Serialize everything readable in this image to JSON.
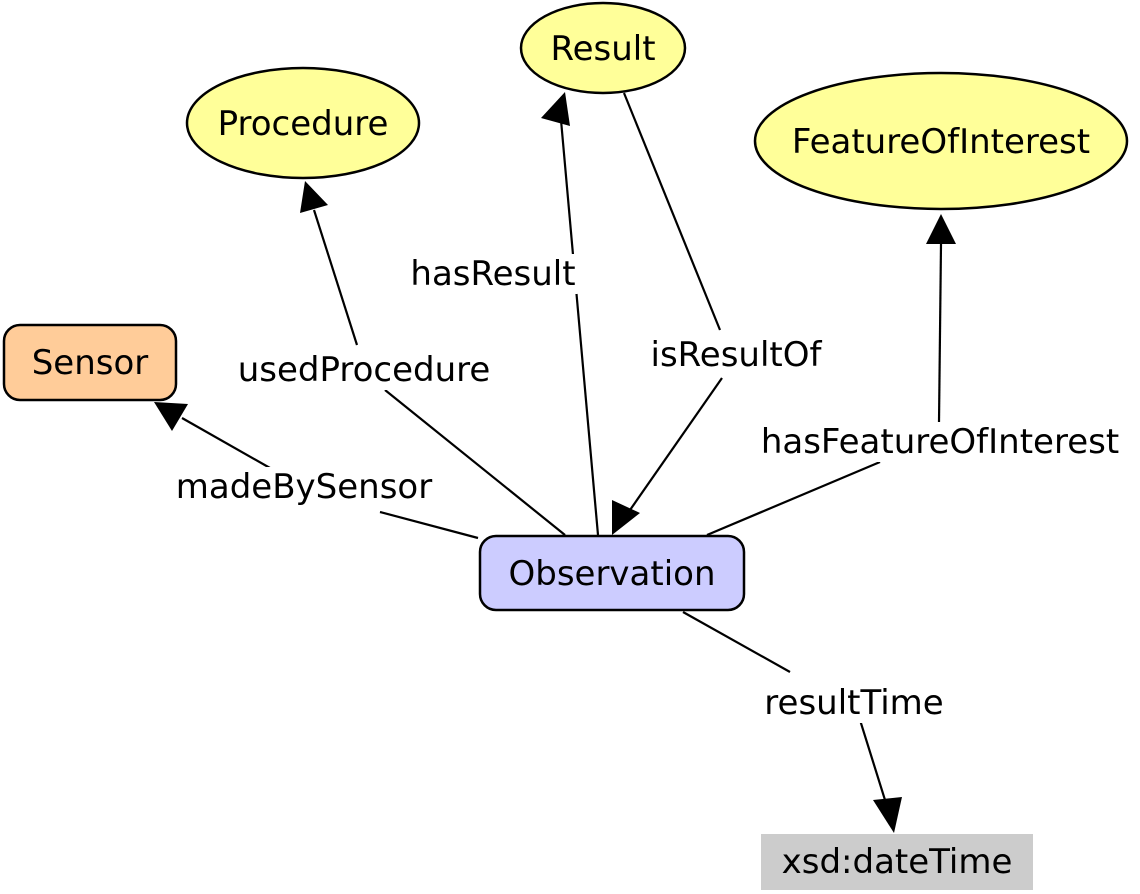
{
  "nodes": {
    "result": {
      "label": "Result",
      "shape": "ellipse",
      "fill": "#ffff99"
    },
    "procedure": {
      "label": "Procedure",
      "shape": "ellipse",
      "fill": "#ffff99"
    },
    "feature_of_interest": {
      "label": "FeatureOfInterest",
      "shape": "ellipse",
      "fill": "#ffff99"
    },
    "sensor": {
      "label": "Sensor",
      "shape": "rounded-rectangle",
      "fill": "#ffcc99"
    },
    "observation": {
      "label": "Observation",
      "shape": "rounded-rectangle",
      "fill": "#ccccff"
    },
    "xsd_datetime": {
      "label": "xsd:dateTime",
      "shape": "rectangle",
      "fill": "#cccccc"
    }
  },
  "edges": [
    {
      "id": "has_result",
      "label": "hasResult",
      "from": "Observation",
      "to": "Result"
    },
    {
      "id": "is_result_of",
      "label": "isResultOf",
      "from": "Result",
      "to": "Observation"
    },
    {
      "id": "used_procedure",
      "label": "usedProcedure",
      "from": "Observation",
      "to": "Procedure"
    },
    {
      "id": "has_feature_of_interest",
      "label": "hasFeatureOfInterest",
      "from": "Observation",
      "to": "FeatureOfInterest"
    },
    {
      "id": "made_by_sensor",
      "label": "madeBySensor",
      "from": "Observation",
      "to": "Sensor"
    },
    {
      "id": "result_time",
      "label": "resultTime",
      "from": "Observation",
      "to": "xsd:dateTime"
    }
  ]
}
